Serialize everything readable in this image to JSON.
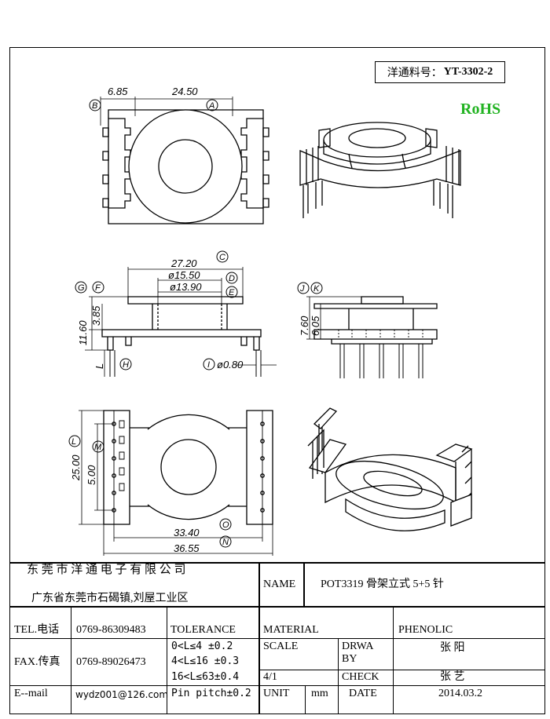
{
  "header": {
    "part_label": "洋通料号：",
    "part_number": "YT-3302-2",
    "rohs": "RoHS",
    "rohs_color": "#22b322"
  },
  "dimensions": {
    "top_left": "6.85",
    "top_width": "24.50",
    "mid_width": "27.20",
    "dia_outer": "ø15.50",
    "dia_inner": "ø13.90",
    "height_total": "11.60",
    "height_flange": "3.85",
    "pin_dia": "ø0.80",
    "pin_len": "L",
    "side_total": "7.60",
    "side_inner": "6.05",
    "bottom_total": "25.00",
    "bottom_pitch": "5.00",
    "bottom_width_inner": "33.40",
    "bottom_width_outer": "36.55"
  },
  "callouts": [
    "A",
    "B",
    "C",
    "D",
    "E",
    "F",
    "G",
    "H",
    "I",
    "J",
    "K",
    "L",
    "M",
    "N",
    "O"
  ],
  "title_block": {
    "company": "东 莞 市 洋 通 电 子 有 限 公 司",
    "address": "广东省东莞市石碣镇,刘屋工业区",
    "name_label": "NAME",
    "name_value": "POT3319 骨架立式 5+5 针",
    "tel_label": "TEL.电话",
    "tel_value": "0769-86309483",
    "tolerance_label": "TOLERANCE",
    "material_label": "MATERIAL",
    "material_value": "PHENOLIC",
    "fax_label": "FAX.传真",
    "fax_value": "0769-89026473",
    "tol_lines": [
      "0<L≤4  ±0.2",
      "4<L≤16 ±0.3",
      "16<L≤63±0.4",
      "Pin pitch±0.2"
    ],
    "scale_label": "SCALE",
    "scale_value": "4/1",
    "drawn_label": "DRWA BY",
    "drawn_value": "张 阳",
    "check_label": "CHECK",
    "check_value": "张 艺",
    "email_label": "E--mail",
    "email_value": "wydz001@126.com",
    "unit_label": "UNIT",
    "unit_value": "mm",
    "date_label": "DATE",
    "date_value": "2014.03.2"
  }
}
